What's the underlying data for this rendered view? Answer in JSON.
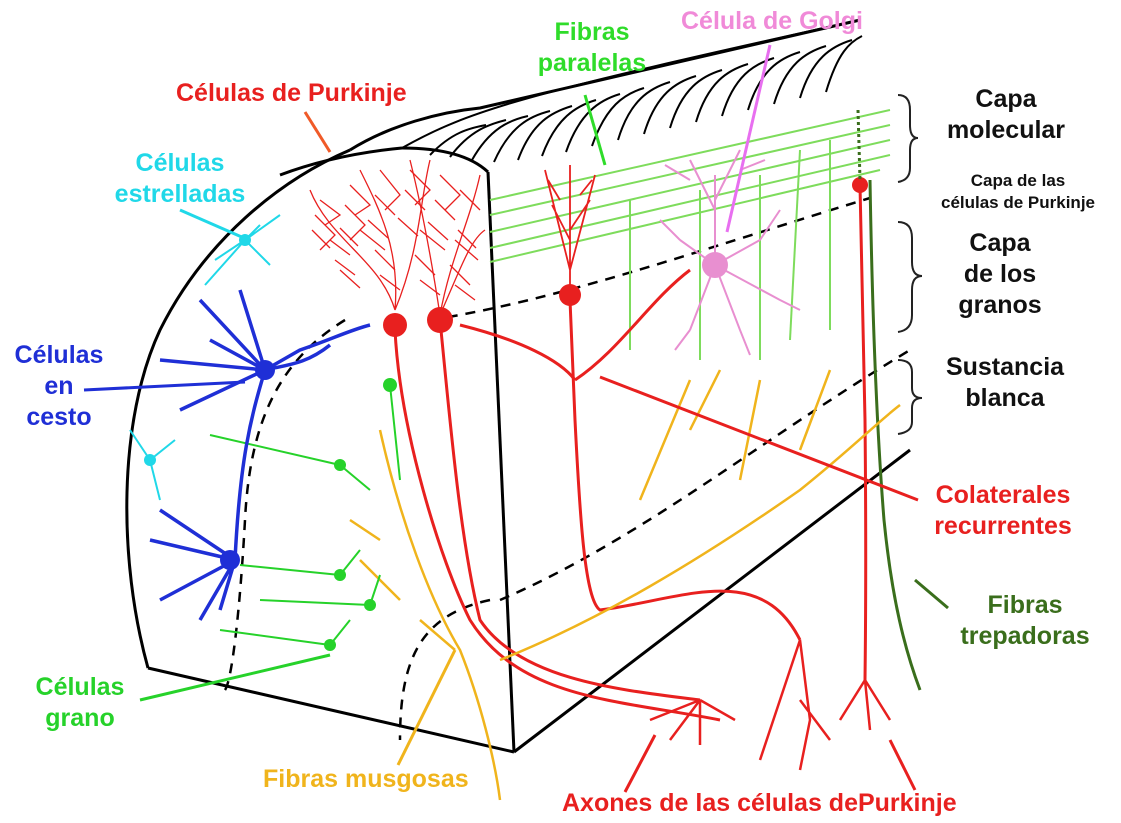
{
  "colors": {
    "purkinje": "#e8201f",
    "parallel": "#7edc5c",
    "golgi": "#e88fd0",
    "golgi_label": "#f08ad8",
    "stellate": "#20d8e8",
    "basket": "#1f2fd6",
    "granule": "#26d22a",
    "mossy": "#f0b41c",
    "climbing": "#3a6e1c",
    "layer_text": "#111111",
    "outline": "#000000"
  },
  "labels": {
    "fibras_paralelas": [
      "Fibras",
      "paralelas"
    ],
    "celula_golgi": "Célula de Golgi",
    "celulas_purkinje": "Células de Purkinje",
    "celulas_estrelladas": [
      "Células",
      "estrelladas"
    ],
    "celulas_cesto": [
      "Células",
      "en",
      "cesto"
    ],
    "celulas_grano": [
      "Células",
      "grano"
    ],
    "fibras_musgosas": "Fibras musgosas",
    "axones_purkinje": "Axones de las células dePurkinje",
    "colaterales": [
      "Colaterales",
      "recurrentes"
    ],
    "fibras_trepadoras": [
      "Fibras",
      "trepadoras"
    ]
  },
  "layers": {
    "capa_molecular": [
      "Capa",
      "molecular"
    ],
    "capa_purkinje": [
      "Capa de las",
      "células de Purkinje"
    ],
    "capa_granos": [
      "Capa",
      "de los",
      "granos"
    ],
    "sustancia_blanca": [
      "Sustancia",
      "blanca"
    ]
  }
}
